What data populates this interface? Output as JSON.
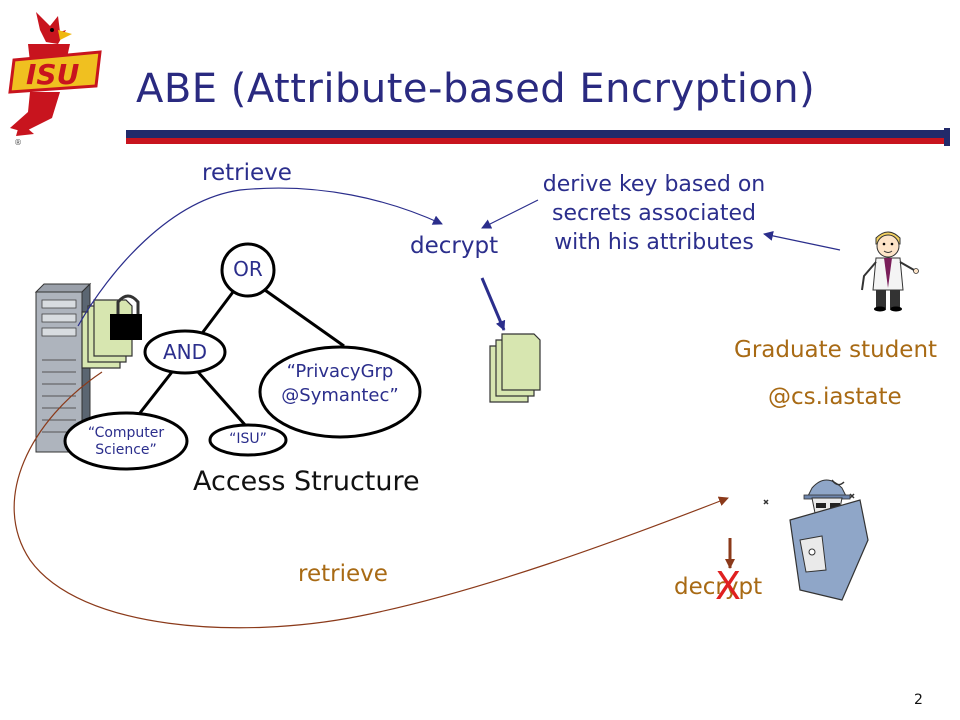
{
  "title": "ABE (Attribute-based Encryption)",
  "labels": {
    "retrieve_top": "retrieve",
    "retrieve_bottom": "retrieve",
    "decrypt_top": "decrypt",
    "decrypt_bottom": "decrypt",
    "derive_key": "derive key based on secrets associated with his attributes",
    "access_structure": "Access Structure",
    "graduate_student": "Graduate student",
    "cs_iastate": "@cs.iastate",
    "fail_mark": "X",
    "page_number": "2"
  },
  "access_tree": {
    "root": "OR",
    "and_node": "AND",
    "leaves": {
      "computer_science": "“Computer Science”",
      "isu": "“ISU”",
      "privacy_grp": "“PrivacyGrp @Symantec”"
    }
  },
  "icons": [
    "isu-cardinal-logo-icon",
    "server-icon",
    "lock-icon",
    "documents-icon",
    "student-icon",
    "spy-icon"
  ],
  "colors": {
    "title": "#2a2a80",
    "label_blue": "#2b2e8c",
    "label_gold": "#a86a14",
    "bottom_curve": "#8b3a1a",
    "fail_red": "#e02020",
    "bar_dark": "#222a6a",
    "bar_red": "#c8141e"
  }
}
